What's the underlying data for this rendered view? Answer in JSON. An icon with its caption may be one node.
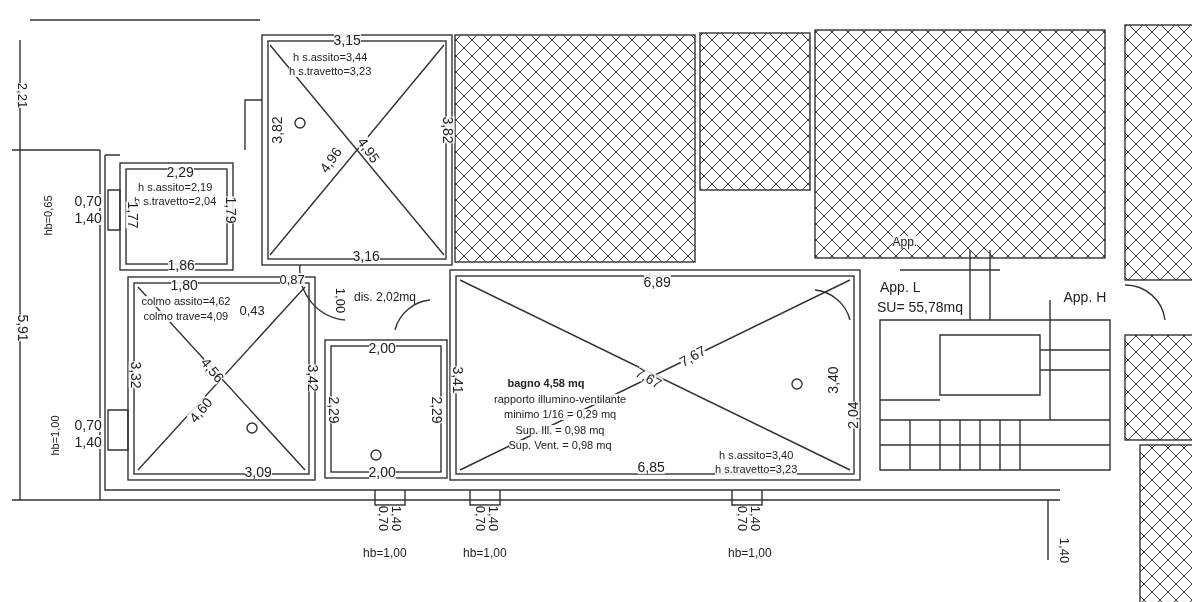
{
  "diagram": {
    "labels": [
      "2,21",
      "3,15",
      "h s.assito=3,44",
      "h s.travetto=3,23",
      "3,82",
      "4,96",
      "4,95",
      "3,82",
      "2,29",
      "h s.assito=2,19",
      "h s.travetto=2,04",
      "hb=0,65",
      "0,70",
      "1,40",
      "1,77",
      "1,79",
      "1,86",
      "3,16",
      "1,80",
      "colmo assito=4,62",
      "colmo trave=4,09",
      "0,43",
      "0,87",
      "1,00",
      "dis. 2,02mq",
      "2,00",
      "5,91",
      "3,32",
      "4,56",
      "4,60",
      "3,42",
      "2,29",
      "2,29",
      "3,41",
      "6,89",
      "App.",
      "App. L",
      "SU= 55,78mq",
      "App. H",
      "7,67",
      "7,67",
      "bagno 4,58 mq",
      "rapporto illumino-ventilante",
      "minimo 1/16 = 0,29 mq",
      "Sup. Ill. = 0,98 mq",
      "Sup. Vent. = 0,98 mq",
      "3,40",
      "2,04",
      "hb=1,00",
      "0,70",
      "1,40",
      "3,09",
      "2,00",
      "6,85",
      "h s.assito=3,40",
      "h s.travetto=3,23",
      "0,70",
      "1,40",
      "0,70",
      "1,40",
      "0,70",
      "1,40",
      "1,40",
      "hb=1,00",
      "hb=1,00",
      "hb=1,00"
    ]
  }
}
